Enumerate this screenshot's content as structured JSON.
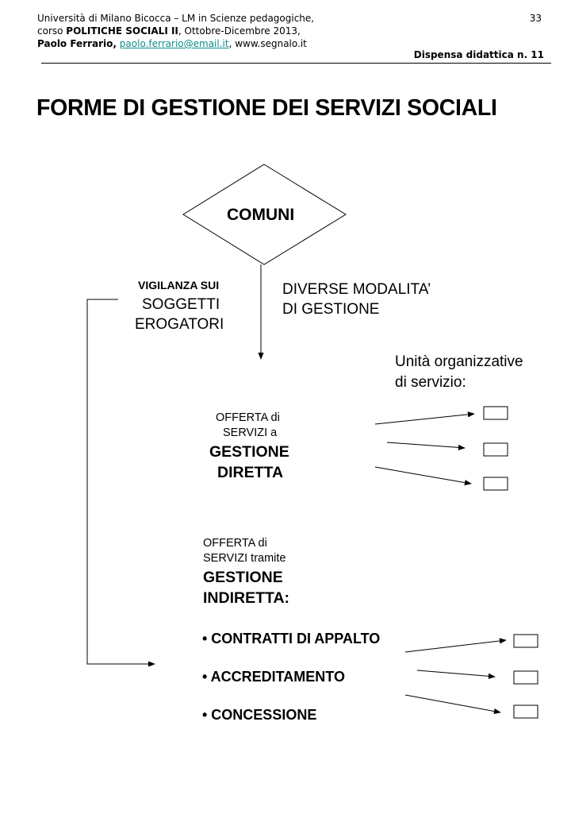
{
  "header": {
    "line1": "Università di Milano Bicocca – LM in Scienze pedagogiche,",
    "line2_prefix": "corso ",
    "line2_course": "POLITICHE SOCIALI II",
    "line2_suffix": ", Ottobre-Dicembre 2013,",
    "line3_author": "Paolo Ferrario,",
    "line3_email": "paolo.ferrario@email.it",
    "line3_site": ", www.segnalo.it",
    "page_number": "33",
    "dispensa": "Dispensa didattica n. 11"
  },
  "title": "FORME DI GESTIONE DEI SERVIZI SOCIALI",
  "diagram": {
    "root": "COMUNI",
    "vigilanza": {
      "small": "VIGILANZA SUI",
      "line2": "SOGGETTI",
      "line3": "EROGATORI"
    },
    "modalita": {
      "line1": "DIVERSE MODALITA’",
      "line2": "DI GESTIONE"
    },
    "unita": {
      "line1": "Unità organizzative",
      "line2": "di servizio:"
    },
    "diretta": {
      "line1": "OFFERTA di",
      "line2": "SERVIZI a",
      "line3": "GESTIONE",
      "line4": "DIRETTA"
    },
    "indiretta": {
      "line1": "OFFERTA di",
      "line2": "SERVIZI tramite",
      "line3": "GESTIONE",
      "line4": "INDIRETTA:"
    },
    "bullets": [
      "• CONTRATTI DI APPALTO",
      "• ACCREDITAMENTO",
      "• CONCESSIONE"
    ]
  },
  "colors": {
    "link": "#0d8f8a",
    "ink": "#000000"
  }
}
